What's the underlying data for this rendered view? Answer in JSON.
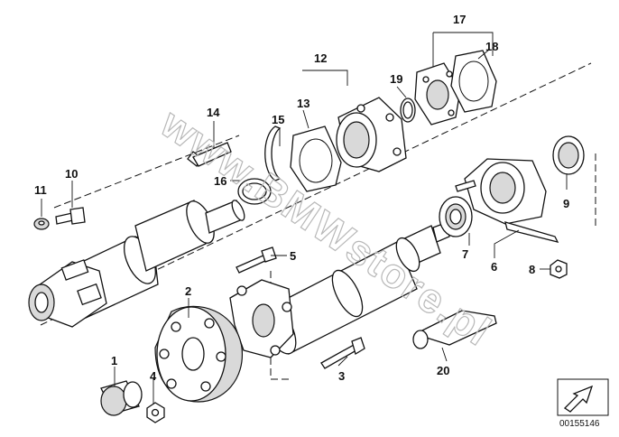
{
  "diagram": {
    "watermark": "www.BMWstore.pl",
    "reference_number": "00155146",
    "callouts": [
      {
        "id": "c1",
        "label": "1"
      },
      {
        "id": "c2",
        "label": "2"
      },
      {
        "id": "c3",
        "label": "3"
      },
      {
        "id": "c4",
        "label": "4"
      },
      {
        "id": "c5",
        "label": "5"
      },
      {
        "id": "c6",
        "label": "6"
      },
      {
        "id": "c7",
        "label": "7"
      },
      {
        "id": "c8",
        "label": "8"
      },
      {
        "id": "c9",
        "label": "9"
      },
      {
        "id": "c10",
        "label": "10"
      },
      {
        "id": "c11",
        "label": "11"
      },
      {
        "id": "c12",
        "label": "12"
      },
      {
        "id": "c13",
        "label": "13"
      },
      {
        "id": "c14",
        "label": "14"
      },
      {
        "id": "c15",
        "label": "15"
      },
      {
        "id": "c16",
        "label": "16"
      },
      {
        "id": "c17",
        "label": "17"
      },
      {
        "id": "c18",
        "label": "18"
      },
      {
        "id": "c19",
        "label": "19"
      },
      {
        "id": "c20",
        "label": "20"
      }
    ]
  }
}
